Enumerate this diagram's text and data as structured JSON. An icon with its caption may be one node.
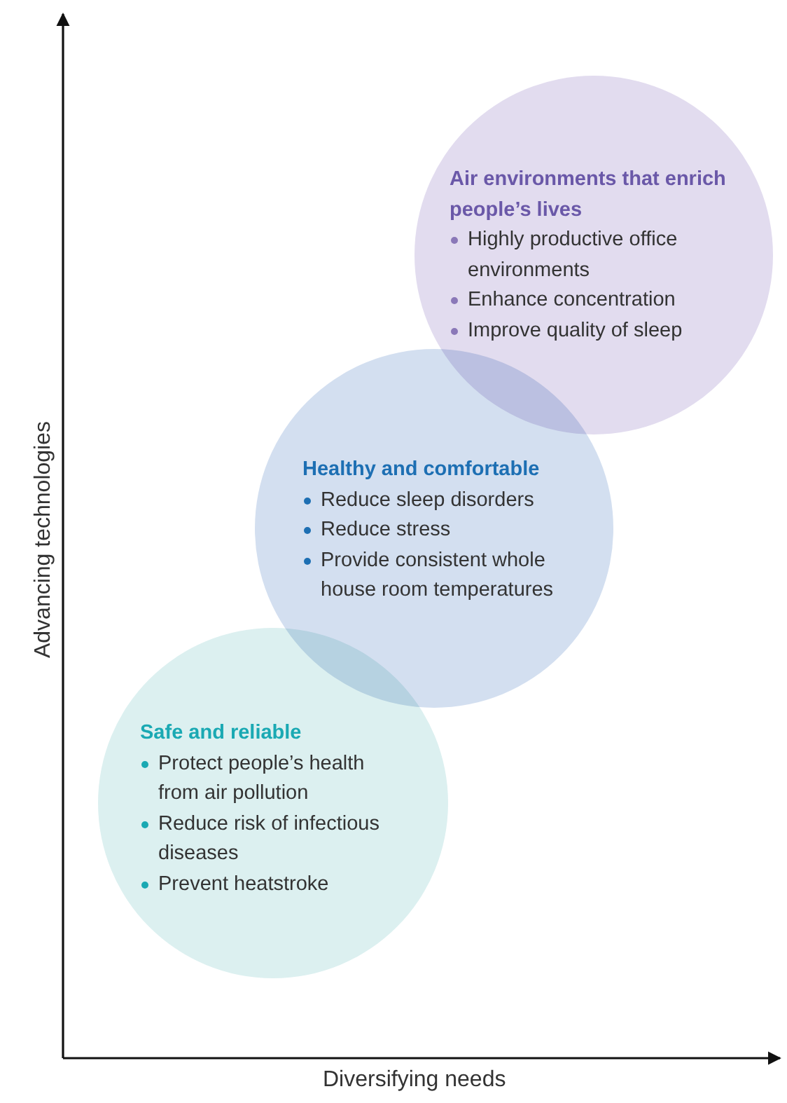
{
  "diagram": {
    "nodes": [
      {
        "text": [
          "Air environments that enrich people’s lives",
          "Highly productive office environments",
          "Enhance concentration",
          "Improve quality of sleep"
        ]
      },
      {
        "text": [
          "Healthy and comfortable",
          "Reduce sleep disorders",
          "Reduce stress",
          "Provide consistent whole house room temperatures"
        ]
      },
      {
        "text": [
          "Safe and reliable",
          "Protect people’s health from air pollution",
          "Reduce risk of infectious diseases",
          "Prevent heatstroke"
        ]
      }
    ],
    "edges": [],
    "labels": [
      "Advancing technologies",
      "Diversifying needs"
    ]
  }
}
